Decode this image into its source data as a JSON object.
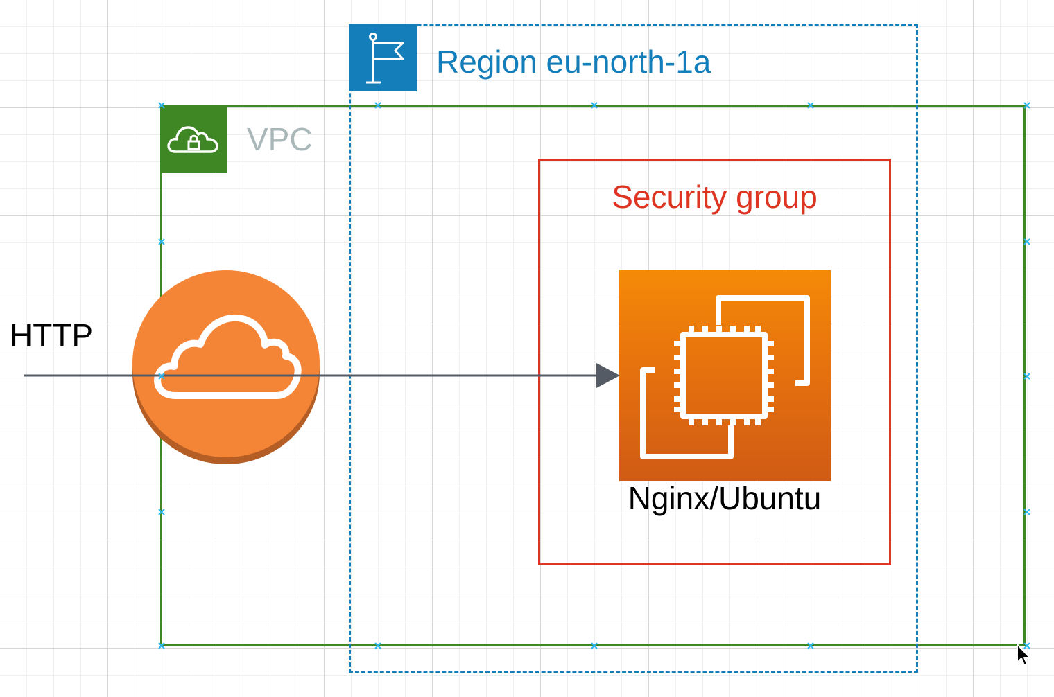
{
  "diagram": {
    "http_label": "HTTP",
    "vpc": {
      "label": "VPC",
      "icon": "cloud-lock-icon",
      "color": "#3f8624"
    },
    "region": {
      "label": "Region eu-north-1a",
      "icon": "flag-icon",
      "color": "#147eba"
    },
    "security_group": {
      "label": "Security group",
      "color": "#dd3522"
    },
    "ec2": {
      "label": "Nginx/Ubuntu",
      "icon": "ec2-chip-icon",
      "color": "#f58a07"
    },
    "internet_gateway": {
      "icon": "cloud-icon",
      "color": "#f58536"
    },
    "connector_color": "#545b64",
    "handle_color": "#29b6f2"
  }
}
